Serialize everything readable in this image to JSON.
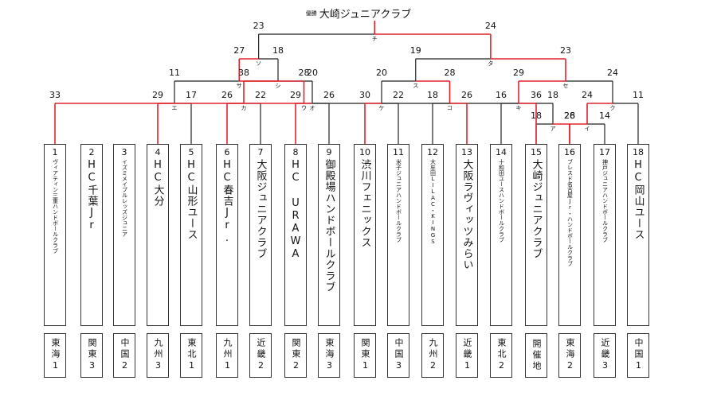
{
  "champion": {
    "label": "優勝",
    "name": "大崎ジュニアクラブ"
  },
  "colors": {
    "winner_line": "#e0232a",
    "loser_line": "#222222",
    "box_border": "#333333"
  },
  "teams": [
    {
      "seed": "1",
      "name": "ヴィアティン三重ハンドボールクラブ",
      "region": "東海1"
    },
    {
      "seed": "2",
      "name": "HC千葉Jr",
      "region": "関東3"
    },
    {
      "seed": "3",
      "name": "イズミメイプルレッズジュニア",
      "region": "中国2"
    },
    {
      "seed": "4",
      "name": "HC大分",
      "region": "九州3"
    },
    {
      "seed": "5",
      "name": "HC山形ユース",
      "region": "東北1"
    },
    {
      "seed": "6",
      "name": "HC春吉Jr.",
      "region": "九州1"
    },
    {
      "seed": "7",
      "name": "大阪ジュニアクラブ",
      "region": "近畿2"
    },
    {
      "seed": "8",
      "name": "HC URAWA",
      "region": "関東2"
    },
    {
      "seed": "9",
      "name": "御殿場ハンドボールクラブ",
      "region": "東海3"
    },
    {
      "seed": "10",
      "name": "渋川フェニックス",
      "region": "関東1"
    },
    {
      "seed": "11",
      "name": "米子ジュニアハンドボールクラブ",
      "region": "中国3"
    },
    {
      "seed": "12",
      "name": "大牟田LILAC・KINGS",
      "region": "九州2"
    },
    {
      "seed": "13",
      "name": "大阪ラヴィッツみらい",
      "region": "近畿1"
    },
    {
      "seed": "14",
      "name": "十和田ユースハンドボールクラブ",
      "region": "東北2"
    },
    {
      "seed": "15",
      "name": "大崎ジュニアクラブ",
      "region": "開催地"
    },
    {
      "seed": "16",
      "name": "ブレスド名古屋Jr・ハンドボールクラブ",
      "region": "東海2"
    },
    {
      "seed": "17",
      "name": "神戸ジュニアハンドボールクラブ",
      "region": "近畿3"
    },
    {
      "seed": "18",
      "name": "HC岡山ユース",
      "region": "中国1"
    }
  ],
  "matches": [
    {
      "id": "A",
      "label": "ア",
      "left": "16",
      "right": "15",
      "scores": [
        "26",
        "18"
      ],
      "winner": "left"
    },
    {
      "id": "I",
      "label": "イ",
      "left": "16",
      "right": "17",
      "scores": [
        "28",
        "14"
      ],
      "winner": "left"
    },
    {
      "id": "U",
      "label": "ウ",
      "left": "1",
      "right": "A",
      "scores": [
        "33",
        "18"
      ],
      "winner": "left"
    },
    {
      "id": "E",
      "label": "エ",
      "left": "4",
      "right": "5",
      "scores": [
        "29",
        "17"
      ],
      "winner": "left"
    },
    {
      "id": "O",
      "label": "オ",
      "left": "8",
      "right": "9",
      "scores": [
        "29",
        "26"
      ],
      "winner": "left"
    },
    {
      "id": "Ka",
      "label": "カ",
      "left": "6",
      "right": "7",
      "scores": [
        "26",
        "22"
      ],
      "winner": "left"
    },
    {
      "id": "Ki",
      "label": "キ",
      "left": "14",
      "right": "15",
      "scores": [
        "16",
        "36"
      ],
      "winner": "right"
    },
    {
      "id": "Ku",
      "label": "ク",
      "left": "I",
      "right": "18",
      "scores": [
        "24",
        "11"
      ],
      "winner": "left"
    },
    {
      "id": "Ke",
      "label": "ケ",
      "left": "10",
      "right": "11",
      "scores": [
        "30",
        "22"
      ],
      "winner": "left"
    },
    {
      "id": "Ko",
      "label": "コ",
      "left": "12",
      "right": "13",
      "scores": [
        "18",
        "26"
      ],
      "winner": "right"
    },
    {
      "id": "Sa",
      "label": "サ",
      "left": "U",
      "right": "E",
      "scores": [
        "28",
        "11"
      ],
      "winner": "left"
    },
    {
      "id": "Shi",
      "label": "シ",
      "left": "Ka",
      "right": "O",
      "scores": [
        "38",
        "20"
      ],
      "winner": "left"
    },
    {
      "id": "Su",
      "label": "ス",
      "left": "Ke",
      "right": "Ko",
      "scores": [
        "20",
        "28"
      ],
      "winner": "right"
    },
    {
      "id": "Se",
      "label": "セ",
      "left": "Ki",
      "right": "Ku",
      "scores": [
        "29",
        "24"
      ],
      "winner": "left"
    },
    {
      "id": "So",
      "label": "ソ",
      "left": "Sa",
      "right": "Shi",
      "scores": [
        "27",
        "18"
      ],
      "winner": "left"
    },
    {
      "id": "Ta",
      "label": "タ",
      "left": "Su",
      "right": "Se",
      "scores": [
        "19",
        "23"
      ],
      "winner": "right"
    },
    {
      "id": "Chi",
      "label": "チ",
      "left": "So",
      "right": "Ta",
      "scores": [
        "23",
        "24"
      ],
      "winner": "right"
    }
  ]
}
